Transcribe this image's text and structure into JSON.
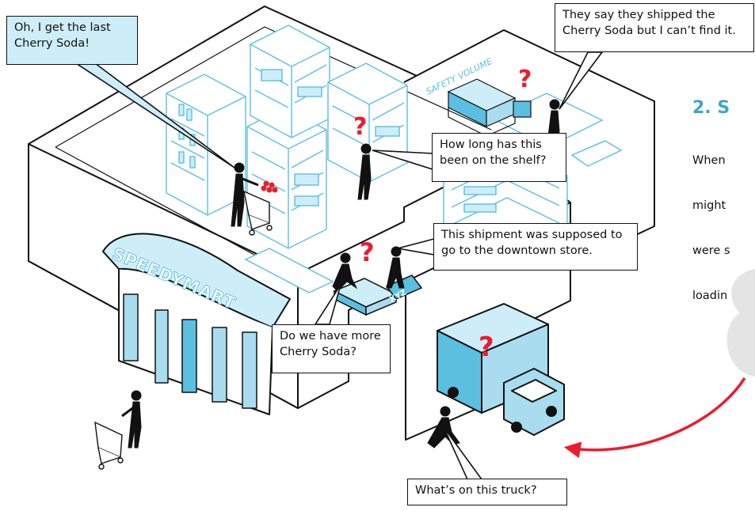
{
  "figure": {
    "store_sign": "SPEEDYMART",
    "zone_label": "SAFETY VOLUME",
    "crate_label": "XYZ",
    "question_mark": "?",
    "accent_color": "#ec1c2e",
    "line_color": "#5bbfe0",
    "fill_color": "#cdeef9"
  },
  "callouts": {
    "last_soda": "Oh, I get the last Cherry Soda!",
    "shipped": "They say they shipped the Cherry Soda but I can’t find it.",
    "shelf_time": "How long has this been on the shelf?",
    "wrong_store": "This shipment was supposed to go to the downtown store.",
    "more_soda": "Do we have more Cherry Soda?",
    "truck": "What’s on this truck?"
  },
  "side_panel": {
    "heading": "2. S",
    "lines": [
      "When",
      "might",
      "were s",
      "loadin"
    ]
  }
}
